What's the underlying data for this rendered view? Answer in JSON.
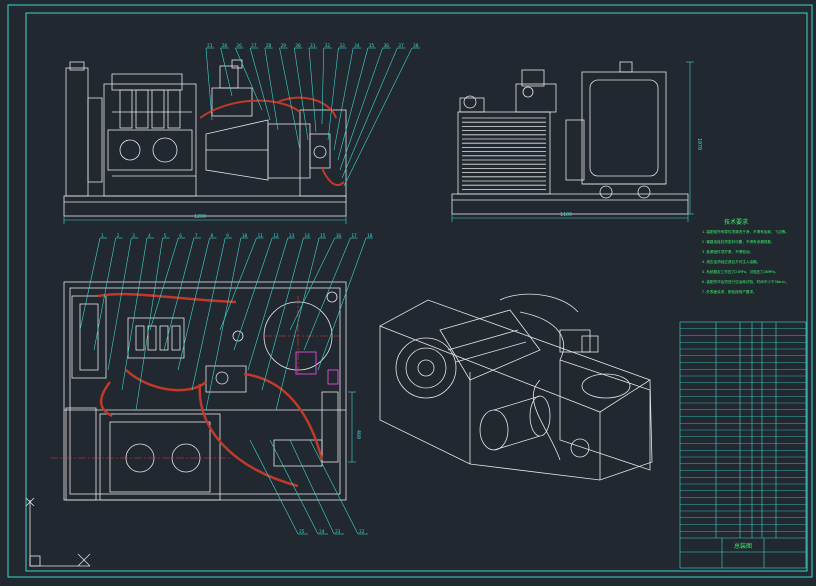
{
  "colors": {
    "background": "#212830",
    "frame": "#3fd6cf",
    "linework": "#e6e6e6",
    "leader": "#3fd6cf",
    "dimension": "#3fd6cf",
    "notes": "#3df06a",
    "hose": "#c0392b",
    "highlight": "#d147d1",
    "centerline": "#e23b3b",
    "titleblock": "#3fd6cf"
  },
  "icons": [
    "ucs-axis-icon"
  ],
  "top_view": {
    "callouts": [
      "21",
      "20",
      "26",
      "27",
      "28",
      "29",
      "30",
      "31",
      "32",
      "33",
      "34",
      "35",
      "36",
      "37",
      "38"
    ],
    "overall_dimension": "1200"
  },
  "side_view": {
    "overall_dimension": "1100",
    "height_dimension": "1070"
  },
  "plan_view": {
    "callouts_top": [
      "1",
      "2",
      "3",
      "4",
      "5",
      "6",
      "7",
      "8",
      "9",
      "10",
      "11",
      "12",
      "13",
      "14",
      "15",
      "16",
      "17",
      "18"
    ],
    "callouts_bottom": [
      "25",
      "24",
      "23",
      "22"
    ],
    "side_dimension": "460"
  },
  "notes": {
    "title": "技术要求",
    "lines": [
      "1.装配前所有零件须清洗干净，不得有毛刺、飞边等。",
      "2.管路连接处须密封可靠，不得有渗漏现象。",
      "3.各紧固件须拧紧，不得松动。",
      "4.液压油须经过滤后方可注入油箱。",
      "5.系统额定工作压力21MPa，试验压力26MPa。",
      "6.装配完毕后须进行空运转试验，时间不少于30min。",
      "7.外表面涂漆，颜色按用户要求。"
    ]
  },
  "title_block": {
    "drawing_title": "总装图",
    "rows": 32
  }
}
